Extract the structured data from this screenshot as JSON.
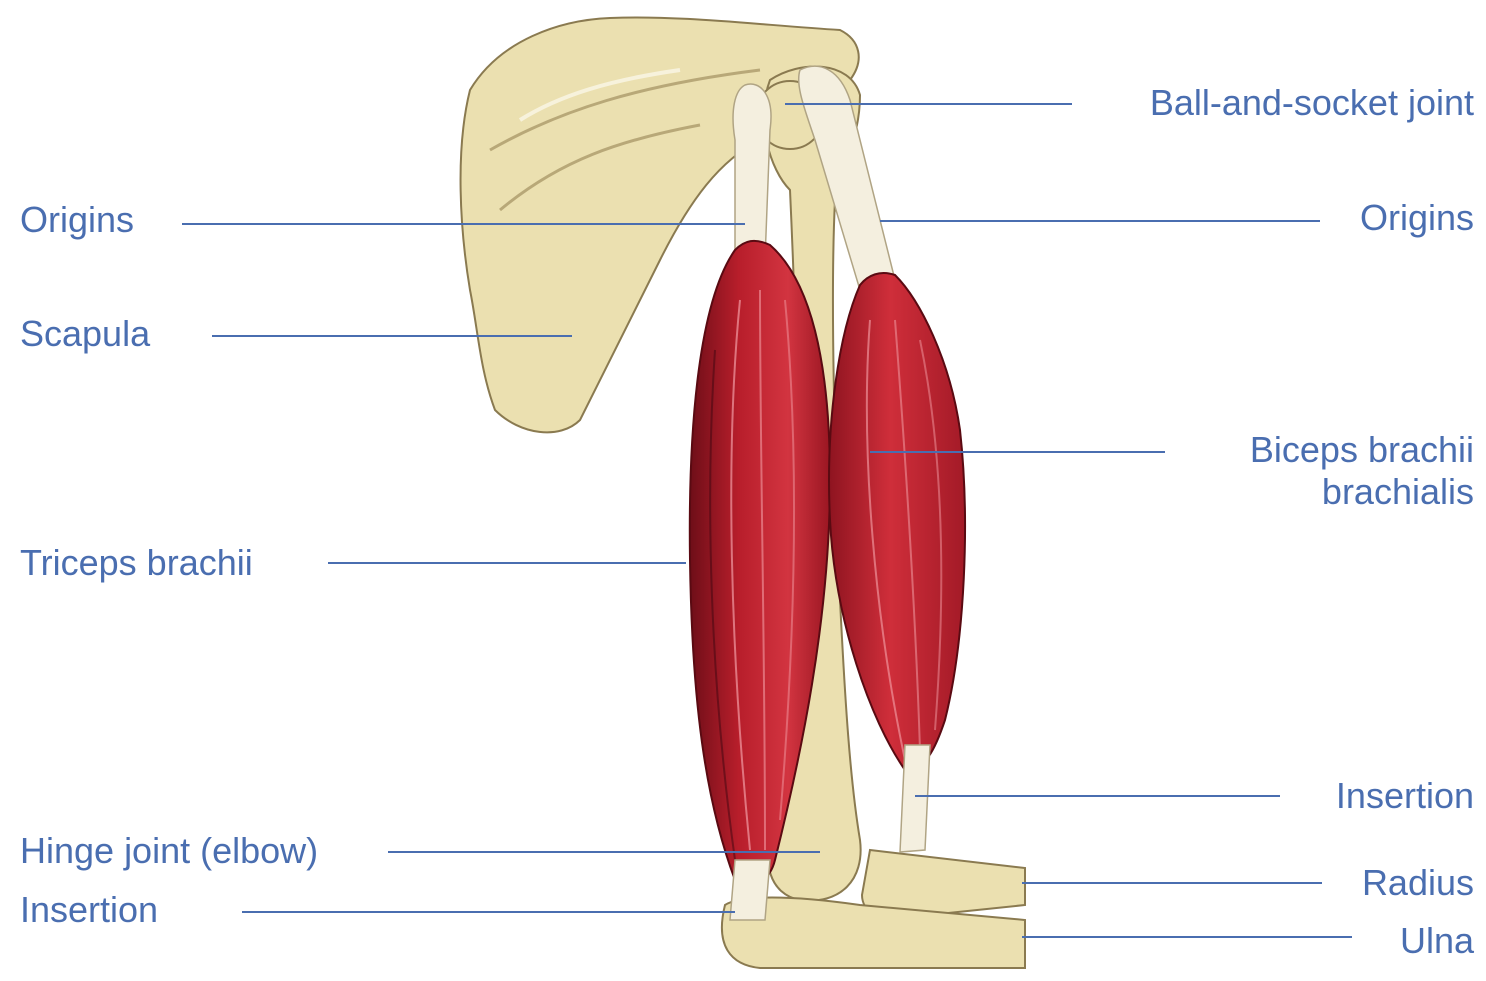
{
  "colors": {
    "label_text": "#4a6eb0",
    "leader_line": "#4a6eb0",
    "bone": "#ebe0b0",
    "bone_outline": "#8a7a50",
    "muscle": "#c4242f",
    "muscle_dark": "#8e1420",
    "tendon": "#f4efdf"
  },
  "labels": {
    "left": {
      "origins": "Origins",
      "scapula": "Scapula",
      "triceps_brachii": "Triceps brachii",
      "hinge_joint": "Hinge joint (elbow)",
      "insertion": "Insertion"
    },
    "right": {
      "ball_socket_joint": "Ball-and-socket joint",
      "origins": "Origins",
      "biceps_line1": "Biceps brachii",
      "biceps_line2": "brachialis",
      "insertion": "Insertion",
      "radius": "Radius",
      "ulna": "Ulna"
    }
  }
}
